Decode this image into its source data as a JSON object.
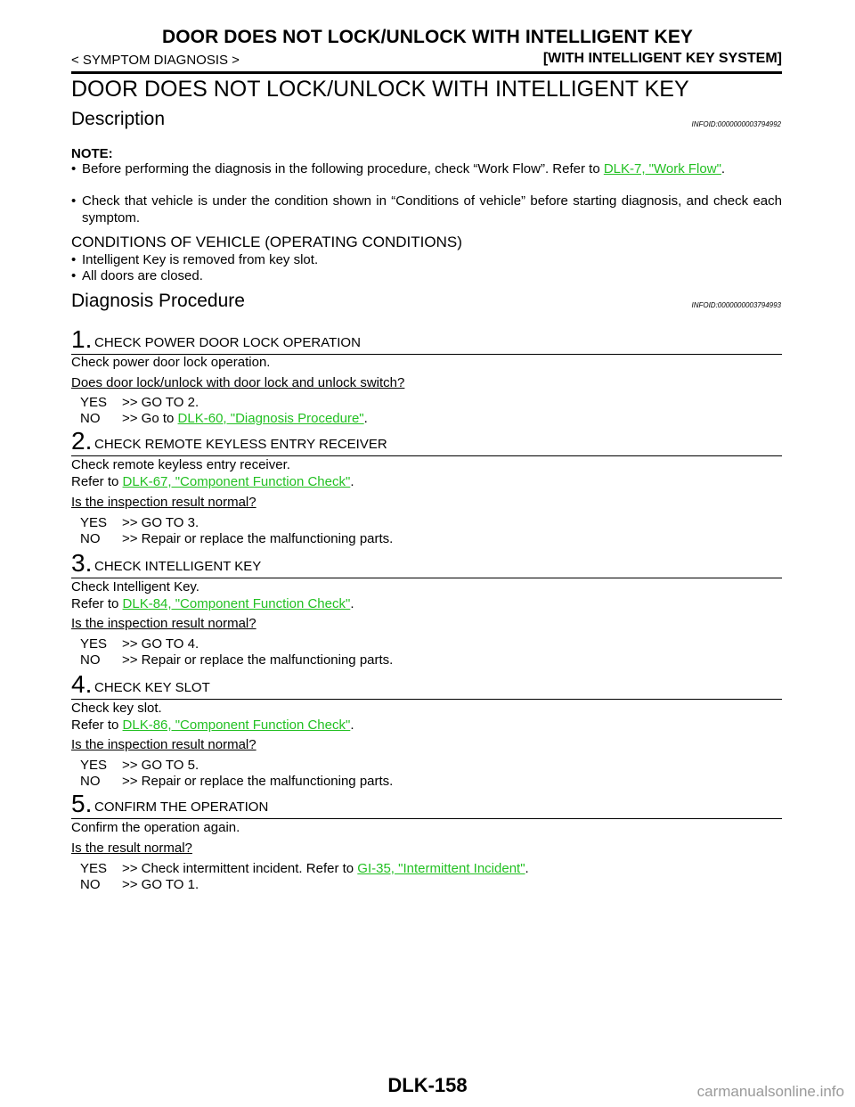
{
  "header": {
    "title": "DOOR DOES NOT LOCK/UNLOCK WITH INTELLIGENT KEY",
    "left": "< SYMPTOM DIAGNOSIS >",
    "right": "[WITH INTELLIGENT KEY SYSTEM]"
  },
  "main_title": "DOOR DOES NOT LOCK/UNLOCK WITH INTELLIGENT KEY",
  "description": {
    "heading": "Description",
    "infoid": "INFOID:0000000003794992",
    "note_label": "NOTE:",
    "bullet1_pre": "Before performing the diagnosis in the following procedure, check “Work Flow”. Refer to ",
    "bullet1_link": "DLK-7, \"Work Flow\"",
    "bullet1_post": ".",
    "bullet2": "Check that vehicle is under the condition shown in “Conditions of vehicle” before starting diagnosis, and check each symptom.",
    "conditions_heading": "CONDITIONS OF VEHICLE (OPERATING CONDITIONS)",
    "condition1": "Intelligent Key is removed from key slot.",
    "condition2": "All doors are closed."
  },
  "procedure": {
    "heading": "Diagnosis Procedure",
    "infoid": "INFOID:0000000003794993",
    "steps": [
      {
        "num": "1.",
        "title": "CHECK POWER DOOR LOCK OPERATION",
        "text1": "Check power door lock operation.",
        "question": "Does door lock/unlock with door lock and unlock switch?",
        "yes_key": "YES",
        "yes": ">> GO TO 2.",
        "no_key": "NO",
        "no_pre": ">> Go to ",
        "no_link": "DLK-60, \"Diagnosis Procedure\"",
        "no_post": "."
      },
      {
        "num": "2.",
        "title": "CHECK REMOTE KEYLESS ENTRY RECEIVER",
        "text1": "Check remote keyless entry receiver.",
        "refer_pre": "Refer to ",
        "refer_link": "DLK-67, \"Component Function Check\"",
        "refer_post": ".",
        "question": "Is the inspection result normal?",
        "yes_key": "YES",
        "yes": ">> GO TO 3.",
        "no_key": "NO",
        "no": ">> Repair or replace the malfunctioning parts."
      },
      {
        "num": "3.",
        "title": "CHECK INTELLIGENT KEY",
        "text1": "Check Intelligent Key.",
        "refer_pre": "Refer to ",
        "refer_link": "DLK-84, \"Component Function Check\"",
        "refer_post": ".",
        "question": "Is the inspection result normal?",
        "yes_key": "YES",
        "yes": ">> GO TO 4.",
        "no_key": "NO",
        "no": ">> Repair or replace the malfunctioning parts."
      },
      {
        "num": "4.",
        "title": "CHECK KEY SLOT",
        "text1": "Check key slot.",
        "refer_pre": "Refer to ",
        "refer_link": "DLK-86, \"Component Function Check\"",
        "refer_post": ".",
        "question": "Is the inspection result normal?",
        "yes_key": "YES",
        "yes": ">> GO TO 5.",
        "no_key": "NO",
        "no": ">> Repair or replace the malfunctioning parts."
      },
      {
        "num": "5.",
        "title": "CONFIRM THE OPERATION",
        "text1": "Confirm the operation again.",
        "question": "Is the result normal?",
        "yes_key": "YES",
        "yes_pre": ">> Check intermittent incident. Refer to ",
        "yes_link": "GI-35, \"Intermittent Incident\"",
        "yes_post": ".",
        "no_key": "NO",
        "no": ">> GO TO 1."
      }
    ]
  },
  "footer": {
    "page": "DLK-158"
  },
  "watermark": "carmanualsonline.info",
  "colors": {
    "link": "#22c022",
    "watermark": "#9a9a9a"
  }
}
